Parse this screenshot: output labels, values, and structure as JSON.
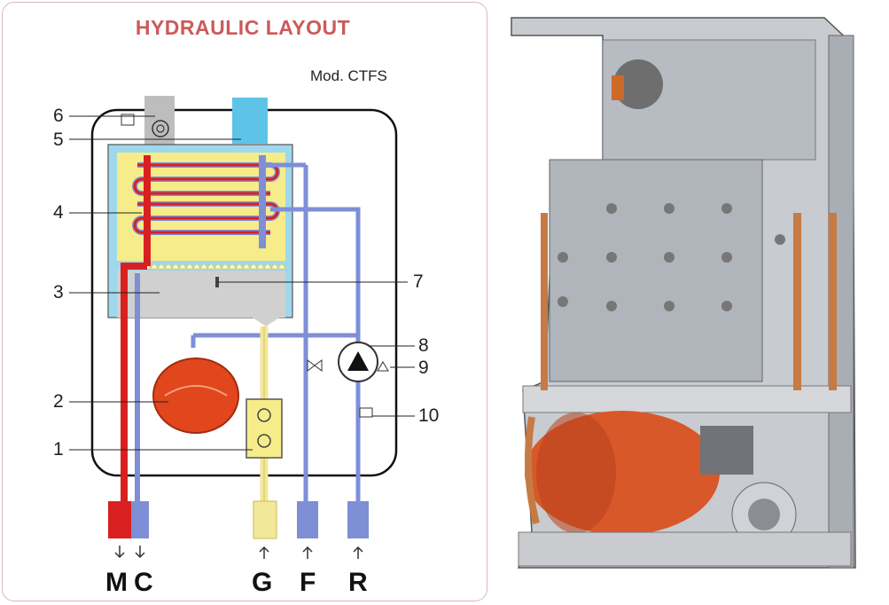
{
  "diagram": {
    "title": "HYDRAULIC LAYOUT",
    "model": "Mod. CTFS",
    "callouts": [
      "1",
      "2",
      "3",
      "4",
      "5",
      "6",
      "7",
      "8",
      "9",
      "10"
    ],
    "connections": [
      "M",
      "C",
      "G",
      "F",
      "R"
    ]
  },
  "colors": {
    "title": "#cc5a5a",
    "hot_pipe": "#d92020",
    "cold_pipe": "#7e8fd6",
    "gas_pipe": "#f3e79a",
    "vessel": "#e2461c",
    "casing_gray": "#bdbdbd",
    "flue_blue": "#5fc3e8",
    "exchanger_yellow": "#f6ec8a"
  },
  "photo": {
    "subject": "boiler-internal-photo"
  }
}
